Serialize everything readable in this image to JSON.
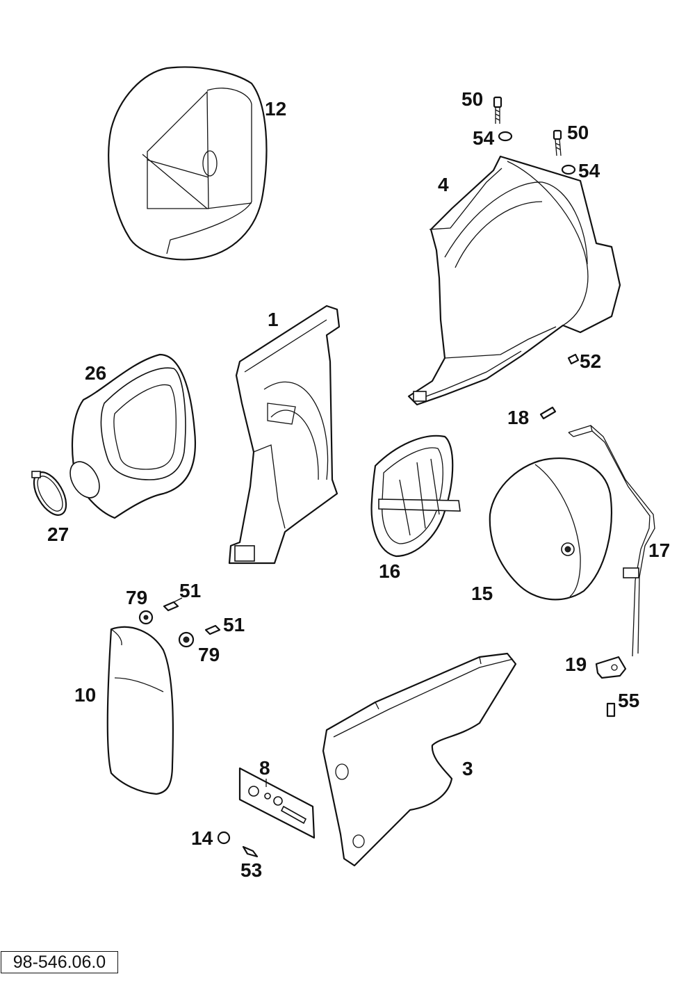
{
  "diagram": {
    "labels": {
      "l12": "12",
      "l50a": "50",
      "l54a": "54",
      "l50b": "50",
      "l54b": "54",
      "l4": "4",
      "l1": "1",
      "l26": "26",
      "l52": "52",
      "l18": "18",
      "l27": "27",
      "l16": "16",
      "l17": "17",
      "l15": "15",
      "l79a": "79",
      "l51a": "51",
      "l51b": "51",
      "l79b": "79",
      "l19": "19",
      "l10": "10",
      "l55": "55",
      "l8": "8",
      "l3": "3",
      "l14": "14",
      "l53": "53"
    },
    "reference_code": "98-546.06.0"
  }
}
